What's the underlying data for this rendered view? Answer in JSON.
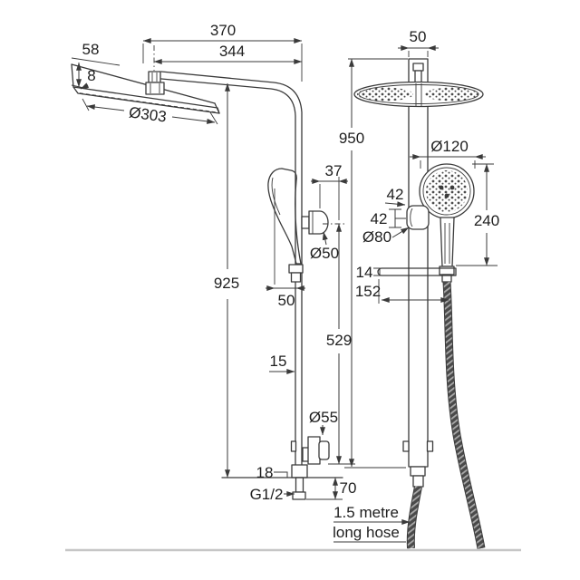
{
  "drawing": {
    "kind": "shower column technical dimension drawing",
    "line_color": "#3a3a3a",
    "floor_line_color": "#c6c6c6"
  },
  "side": {
    "overall_width": "370",
    "arm_reach": "344",
    "head_edge_height": "58",
    "head_rim": "8",
    "head_diameter": "Ø303",
    "overall_height": "925",
    "holder_offset": "37",
    "holder_diameter": "Ø50",
    "head_to_rail": "50",
    "rail_span": "529",
    "rail_depth": "15",
    "bracket_diameter": "Ø55",
    "base_offset": "18",
    "inlet_thread": "G1/2",
    "inlet_length": "70"
  },
  "front": {
    "column_width": "50",
    "column_height": "950",
    "handshower_diameter": "Ø120",
    "bracket_offset": "42",
    "bracket_height": "42",
    "bracket_diameter": "Ø80",
    "handshower_length": "240",
    "shelf_thickness": "14",
    "shelf_offset": "152",
    "hose_note_1": "1.5 metre",
    "hose_note_2": "long hose"
  }
}
